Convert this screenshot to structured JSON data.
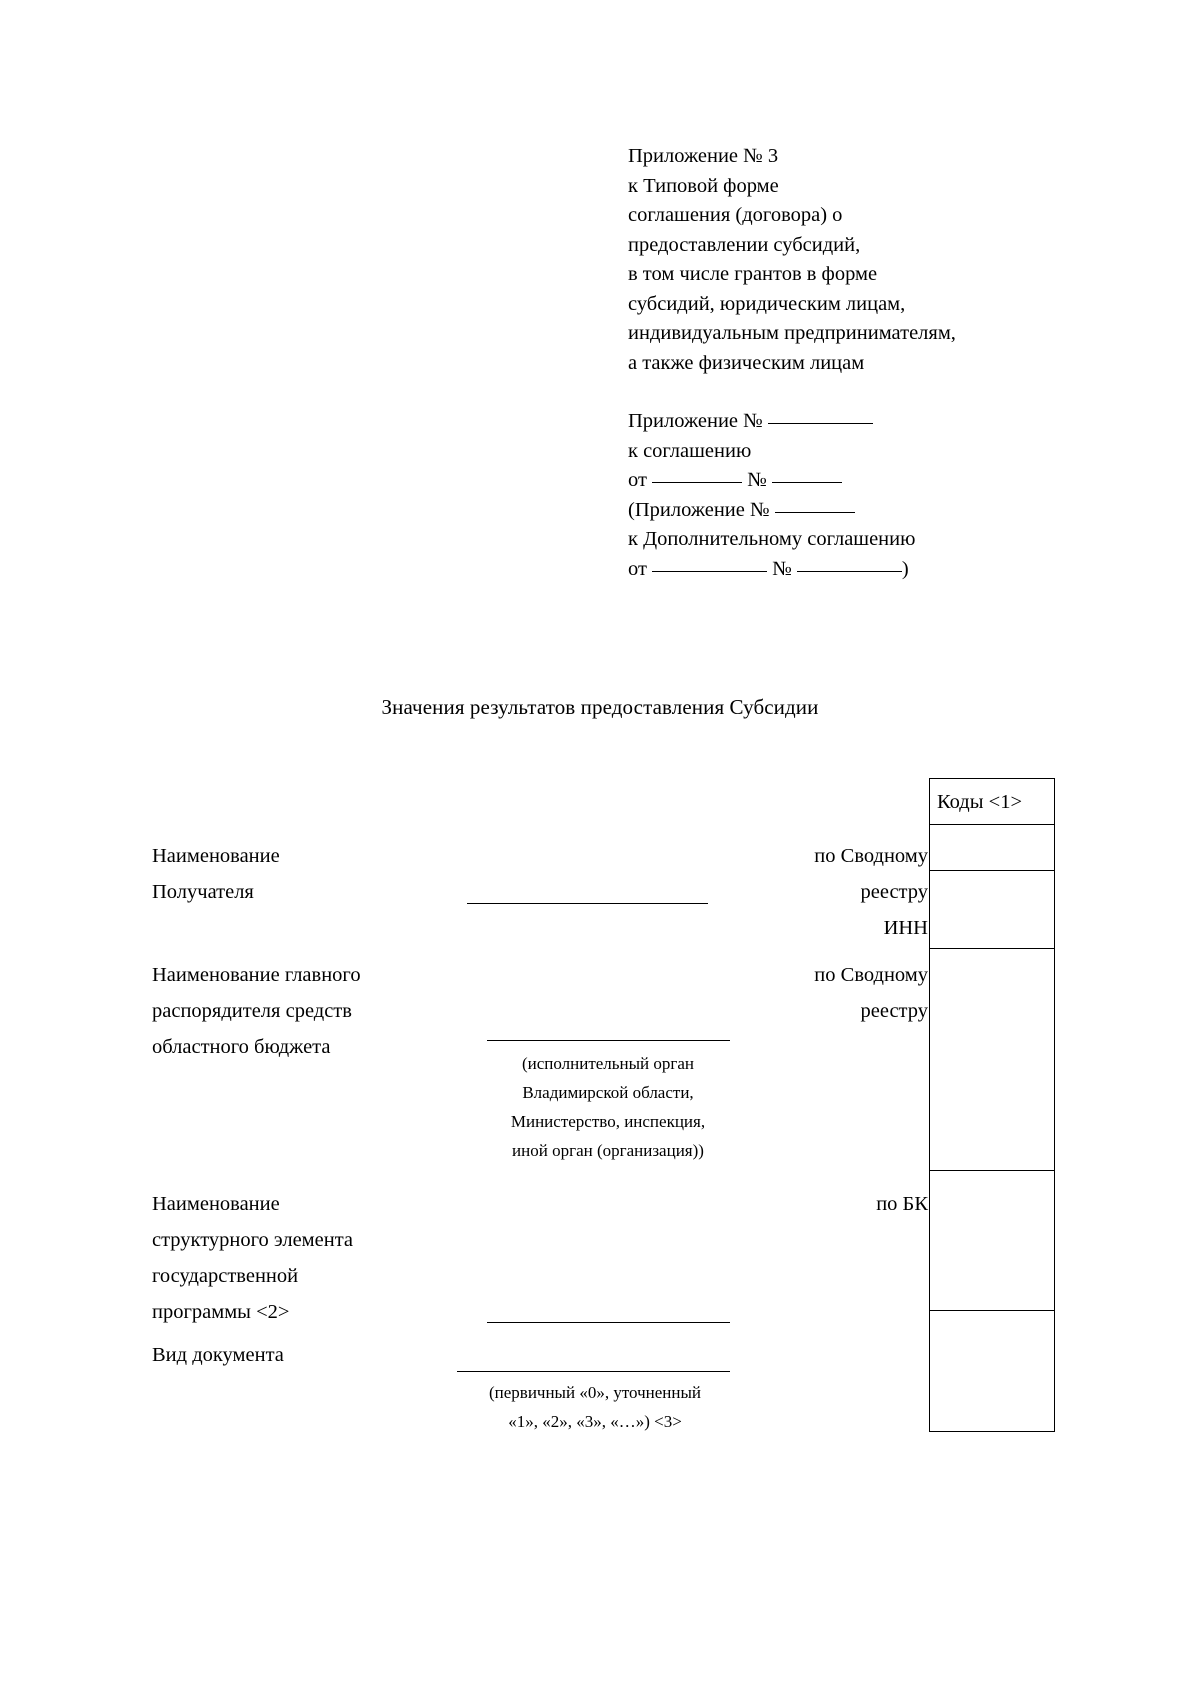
{
  "document": {
    "title": "Значения результатов предоставления Субсидии"
  },
  "appendix": {
    "lines": [
      "Приложение № 3",
      "к Типовой форме",
      "соглашения (договора) о",
      "предоставлении субсидий,",
      "в том числе грантов в форме",
      "субсидий, юридическим лицам,",
      "индивидуальным предпринимателям,",
      "а также физическим лицам"
    ],
    "ref": {
      "line1_prefix": "Приложение № ",
      "line2": "к соглашению",
      "line3_prefix": "от ",
      "line3_mid": " № ",
      "line4_prefix": "(Приложение № ",
      "line5": "к Дополнительному соглашению",
      "line6_prefix": "от ",
      "line6_mid": " № ",
      "line6_suffix": ")"
    }
  },
  "codes_table": {
    "header": "Коды <1>"
  },
  "rows": [
    {
      "label_lines": [
        "Наименование",
        "Получателя"
      ],
      "captions": [
        "по Сводному",
        "реестру",
        "ИНН"
      ]
    },
    {
      "label_lines": [
        "Наименование главного",
        "распорядителя средств",
        "областного бюджета"
      ],
      "captions": [
        "по Сводному",
        "реестру"
      ],
      "note_lines": [
        "(исполнительный орган",
        "Владимирской области,",
        "Министерство, инспекция,",
        "иной орган (организация))"
      ]
    },
    {
      "label_lines": [
        "Наименование",
        "структурного элемента",
        "государственной",
        "программы <2>"
      ],
      "captions": [
        "по БК"
      ]
    },
    {
      "label_lines": [
        "Вид документа"
      ],
      "captions": [],
      "note_lines": [
        "(первичный «0», уточненный",
        "«1», «2», «3», «…») <3>"
      ]
    }
  ]
}
